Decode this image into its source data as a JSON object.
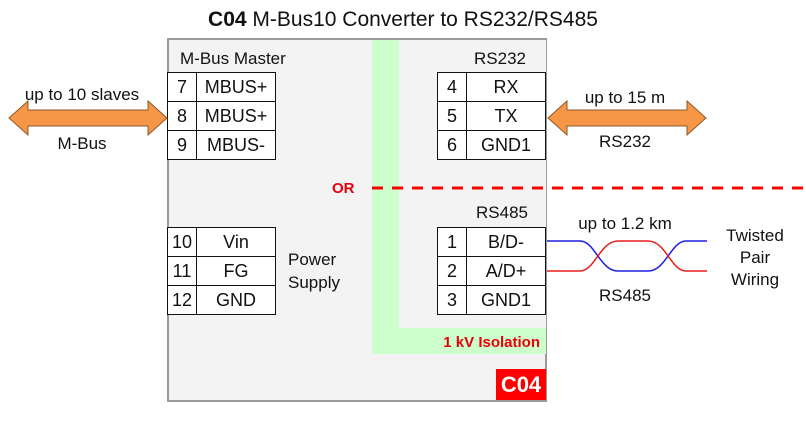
{
  "title": {
    "code": "C04",
    "text": "M-Bus10 Converter to RS232/RS485"
  },
  "device": {
    "badge": "C04",
    "isolation_label": "1 kV Isolation",
    "or_label": "OR"
  },
  "mbus_master": {
    "label": "M-Bus Master",
    "pins": [
      {
        "num": "7",
        "name": "MBUS+"
      },
      {
        "num": "8",
        "name": "MBUS+"
      },
      {
        "num": "9",
        "name": "MBUS-"
      }
    ],
    "link": {
      "top": "up to 10 slaves",
      "bottom": "M-Bus"
    }
  },
  "rs232": {
    "label": "RS232",
    "pins": [
      {
        "num": "4",
        "name": "RX"
      },
      {
        "num": "5",
        "name": "TX"
      },
      {
        "num": "6",
        "name": "GND1"
      }
    ],
    "link": {
      "top": "up to 15 m",
      "bottom": "RS232"
    }
  },
  "power": {
    "label_line1": "Power",
    "label_line2": "Supply",
    "pins": [
      {
        "num": "10",
        "name": "Vin"
      },
      {
        "num": "11",
        "name": "FG"
      },
      {
        "num": "12",
        "name": "GND"
      }
    ]
  },
  "rs485": {
    "label": "RS485",
    "pins": [
      {
        "num": "1",
        "name": "B/D-"
      },
      {
        "num": "2",
        "name": "A/D+"
      },
      {
        "num": "3",
        "name": "GND1"
      }
    ],
    "link": {
      "top": "up to 1.2 km",
      "bottom": "RS485"
    },
    "wiring_label": [
      "Twisted",
      "Pair",
      "Wiring"
    ]
  },
  "colors": {
    "arrow_fill": "#f79646",
    "isolation_band": "#ccffcc",
    "accent_red": "#e8000b",
    "wire_blue": "#1f1fe0",
    "wire_red": "#e81e1e"
  }
}
